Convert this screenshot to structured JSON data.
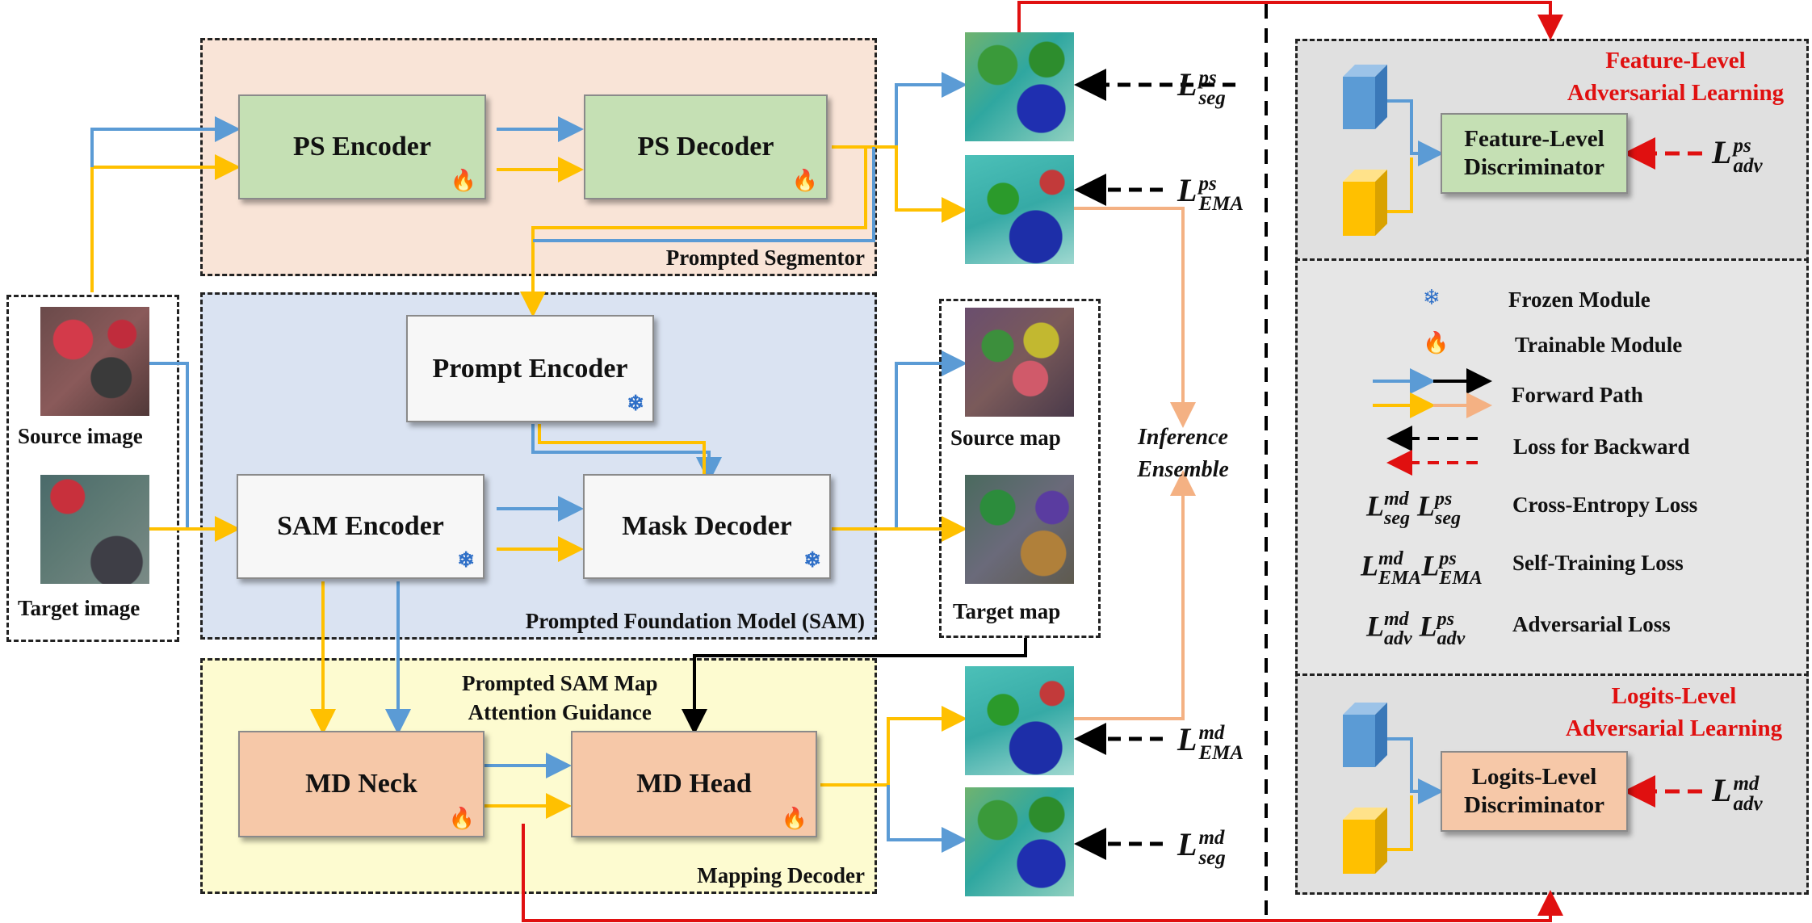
{
  "regions": {
    "prompted_segmentor": "Prompted Segmentor",
    "prompted_foundation_model": "Prompted Foundation Model (SAM)",
    "mapping_decoder": "Mapping Decoder"
  },
  "blocks": {
    "ps_encoder": "PS Encoder",
    "ps_decoder": "PS Decoder",
    "prompt_encoder": "Prompt Encoder",
    "sam_encoder": "SAM Encoder",
    "mask_decoder": "Mask Decoder",
    "md_neck": "MD Neck",
    "md_head": "MD Head",
    "feature_disc_line1": "Feature-Level",
    "feature_disc_line2": "Discriminator",
    "logits_disc_line1": "Logits-Level",
    "logits_disc_line2": "Discriminator"
  },
  "captions": {
    "source_image": "Source image",
    "target_image": "Target image",
    "source_map": "Source map",
    "target_map": "Target map",
    "guidance_line1": "Prompted SAM Map",
    "guidance_line2": "Attention Guidance",
    "inference_line1": "Inference",
    "inference_line2": "Ensemble"
  },
  "losses": {
    "L": "L",
    "seg": "seg",
    "ema": "EMA",
    "adv": "adv",
    "ps": "ps",
    "md": "md"
  },
  "adversarial": {
    "feature_title_line1": "Feature-Level",
    "feature_title_line2": "Adversarial Learning",
    "logits_title_line1": "Logits-Level",
    "logits_title_line2": "Adversarial Learning"
  },
  "legend": {
    "frozen": "Frozen Module",
    "trainable": "Trainable Module",
    "forward": "Forward Path",
    "loss_backward": "Loss for Backward",
    "ce_loss": "Cross-Entropy Loss",
    "st_loss": "Self-Training Loss",
    "adv_loss": "Adversarial Loss",
    "snow_glyph": "❄",
    "fire_glyph": "🔥"
  },
  "colors": {
    "blue_path": "#5b9bd5",
    "orange_path": "#ffc000",
    "peach_path": "#f4b183",
    "red_loss": "#e01010",
    "black": "#000000"
  },
  "icons": [
    "fire-icon",
    "snowflake-icon"
  ]
}
